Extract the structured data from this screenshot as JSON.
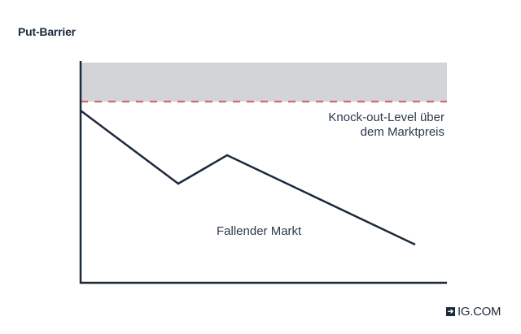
{
  "title": "Put-Barrier",
  "labels": {
    "knockout_line1": "Knock-out-Level über",
    "knockout_line2": "dem Marktpreis",
    "market": "Fallender Markt"
  },
  "logo": {
    "icon": "arrow-right-box-icon",
    "icon_glyph": "➔",
    "text": "IG.COM"
  },
  "colors": {
    "axis": "#1b2a3a",
    "line": "#1b2a3a",
    "band": "#d3d4d8",
    "dashed": "#e06666",
    "text": "#2a3a4c"
  },
  "chart_data": {
    "type": "line",
    "title": "Put-Barrier",
    "xlabel": "",
    "ylabel": "",
    "series": [
      {
        "name": "Fallender Markt",
        "points": [
          [
            99,
            136
          ],
          [
            219,
            226
          ],
          [
            279,
            191
          ],
          [
            510,
            301
          ]
        ]
      }
    ],
    "barrier": {
      "name": "Knock-out-Level über dem Marktpreis",
      "y": 125,
      "style": "dashed",
      "shaded_zone_above": true
    },
    "grid": false,
    "axis_ticks": "none"
  }
}
